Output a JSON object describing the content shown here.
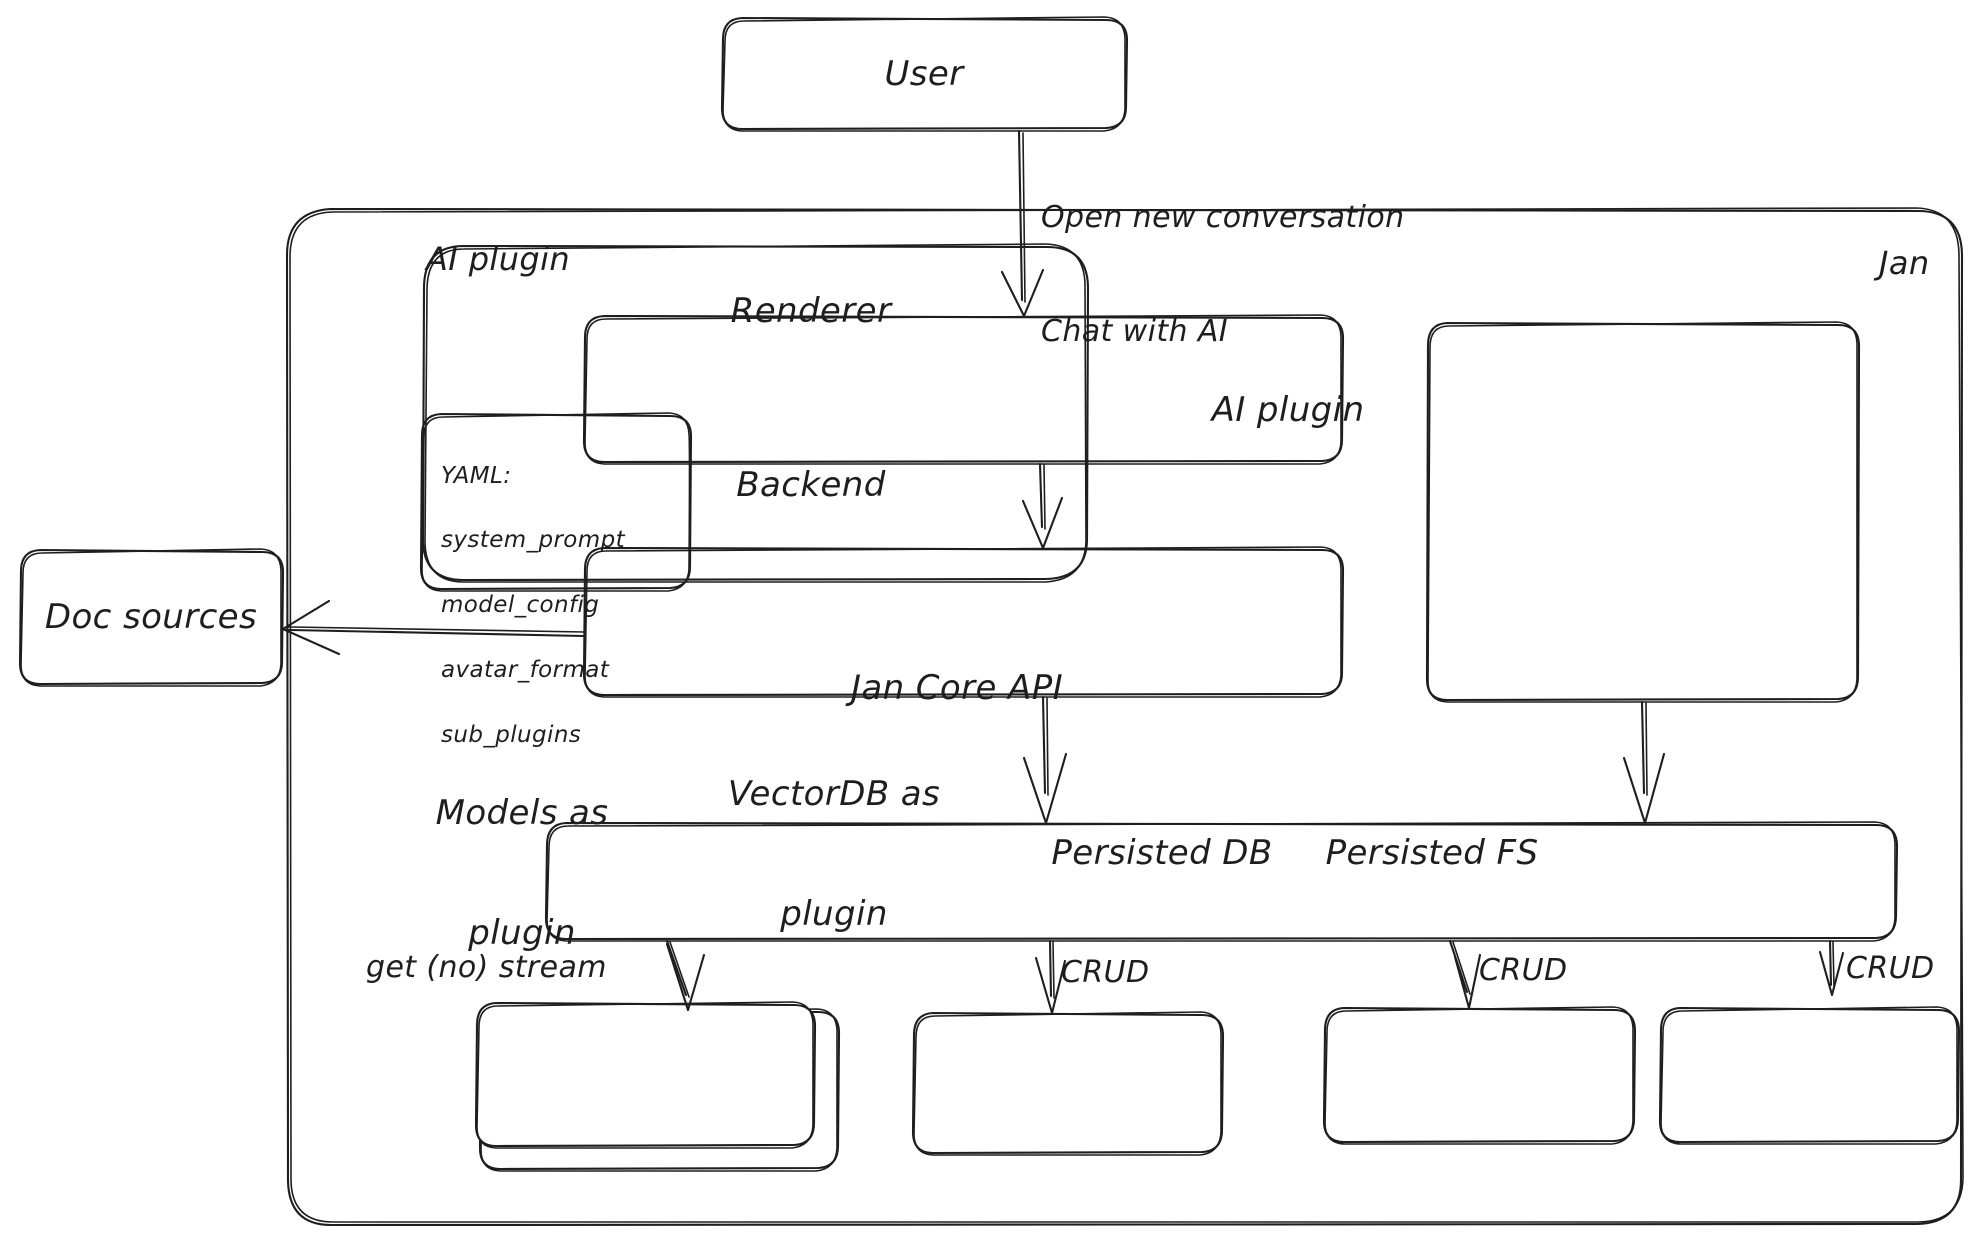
{
  "diagram": {
    "title": "Jan architecture",
    "style": "hand-drawn",
    "stroke_color": "#1e1e1e",
    "background_color": "#ffffff"
  },
  "actors": {
    "user": {
      "label": "User"
    },
    "doc_sources": {
      "label": "Doc sources"
    }
  },
  "containers": {
    "jan": {
      "label": "Jan"
    },
    "ai_plugin_group": {
      "label": "AI plugin"
    }
  },
  "nodes": {
    "renderer": {
      "label": "Renderer"
    },
    "backend": {
      "label": "Backend"
    },
    "ai_plugin": {
      "label": "AI plugin"
    },
    "jan_core_api": {
      "label": "Jan Core API"
    },
    "models_plugin": {
      "label_line1": "Models as",
      "label_line2": "plugin"
    },
    "vectordb_plugin": {
      "label_line1": "VectorDB as",
      "label_line2": "plugin"
    },
    "persisted_db": {
      "label": "Persisted DB"
    },
    "persisted_fs": {
      "label": "Persisted FS"
    }
  },
  "yaml_card": {
    "title": "YAML:",
    "keys": [
      "system_prompt",
      "model_config",
      "avatar_format",
      "sub_plugins"
    ]
  },
  "edges": [
    {
      "id": "user-renderer",
      "from": "user",
      "to": "renderer",
      "label_line1": "Open new conversation",
      "label_line2": "Chat with AI"
    },
    {
      "id": "renderer-backend",
      "from": "renderer",
      "to": "backend",
      "label": ""
    },
    {
      "id": "backend-docsources",
      "from": "backend",
      "to": "doc_sources",
      "label": ""
    },
    {
      "id": "backend-core",
      "from": "backend",
      "to": "jan_core_api",
      "label": ""
    },
    {
      "id": "aiplugin-core",
      "from": "ai_plugin",
      "to": "jan_core_api",
      "label": ""
    },
    {
      "id": "core-models",
      "from": "jan_core_api",
      "to": "models_plugin",
      "label": "get (no) stream"
    },
    {
      "id": "core-vectordb",
      "from": "jan_core_api",
      "to": "vectordb_plugin",
      "label": "CRUD"
    },
    {
      "id": "core-db",
      "from": "jan_core_api",
      "to": "persisted_db",
      "label": "CRUD"
    },
    {
      "id": "core-fs",
      "from": "jan_core_api",
      "to": "persisted_fs",
      "label": "CRUD"
    }
  ]
}
